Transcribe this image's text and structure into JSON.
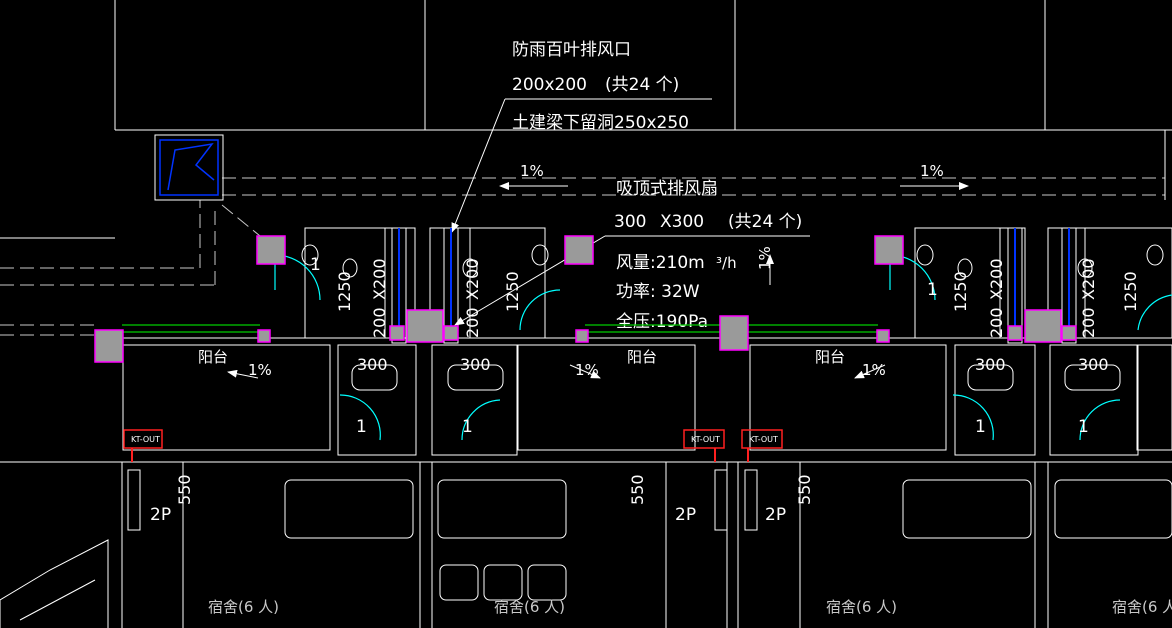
{
  "notes": {
    "louver_line1": "防雨百叶排风口",
    "louver_line2": "200x200",
    "louver_count": "(共24 个)",
    "louver_line3": "土建梁下留洞250x250",
    "fan_title": "吸顶式排风扇",
    "fan_size_a": "300",
    "fan_size_x": "X300",
    "fan_count": "(共24 个)",
    "fan_airflow": "风量:210m",
    "fan_airflow_unit": "³/h",
    "fan_power": "功率: 32W",
    "fan_pressure": "全压:190Pa"
  },
  "slope": "1%",
  "dims": {
    "d1250": "1250",
    "d200": "200",
    "dx200": "X200",
    "d300": "300",
    "d550": "550"
  },
  "rooms": {
    "balcony": "阳台",
    "dorm": "宿舍(6 人)",
    "outlet": "2P",
    "kt_out": "KT-OUT",
    "wc_number": "1"
  },
  "colors": {
    "background": "#000000",
    "lines": "#ffffff",
    "duct_dash": "#c8c8c8",
    "magenta": "#ff00ff",
    "grey_fill": "#9a9a9a",
    "blue": "#0033ff",
    "green": "#00cc00",
    "cyan": "#00ffff",
    "red": "#ff2020"
  }
}
